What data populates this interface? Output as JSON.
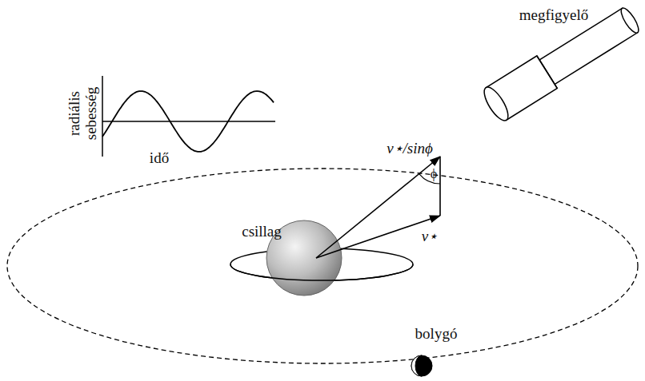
{
  "diagram": {
    "labels": [
      "megfigyelő",
      "radiális sebesség",
      "idő",
      "v⋆/sinϕ",
      "ϕ",
      "v⋆",
      "csillag",
      "bolygó"
    ]
  }
}
